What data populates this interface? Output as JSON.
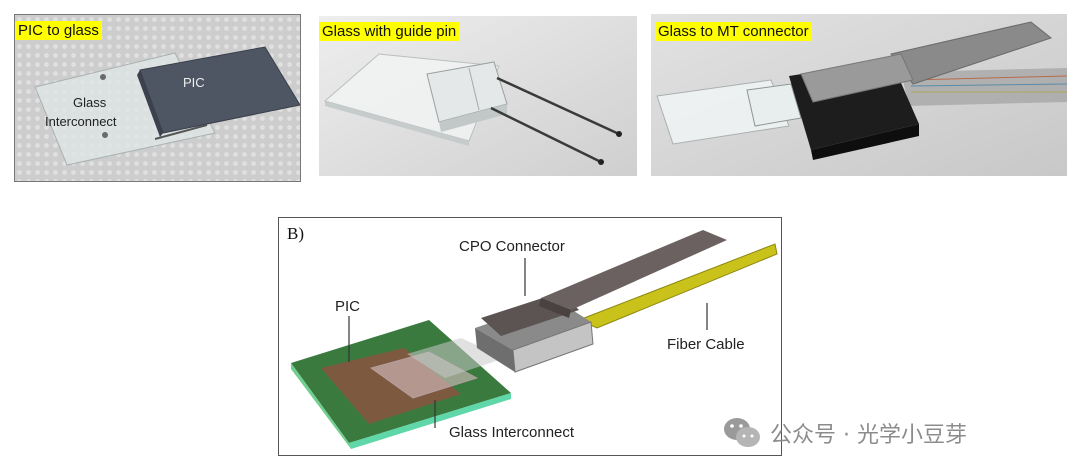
{
  "panels": {
    "a": {
      "caption": "PIC to glass",
      "label_pic": "PIC",
      "label_glass_line1": "Glass",
      "label_glass_line2": "Interconnect"
    },
    "b": {
      "caption": "Glass with guide pin"
    },
    "c": {
      "caption": "Glass to MT connector"
    }
  },
  "diagram": {
    "panel_label": "B)",
    "label_cpo": "CPO Connector",
    "label_pic": "PIC",
    "label_fiber": "Fiber Cable",
    "label_glass": "Glass Interconnect"
  },
  "watermark": {
    "text": "公众号 · 光学小豆芽",
    "icon": "wechat-icon"
  },
  "colors": {
    "highlight": "#ffff00",
    "pcb_green": "#3a7a3e",
    "fiber_yellow": "#c9c21a",
    "connector_gray": "#6a6160"
  }
}
